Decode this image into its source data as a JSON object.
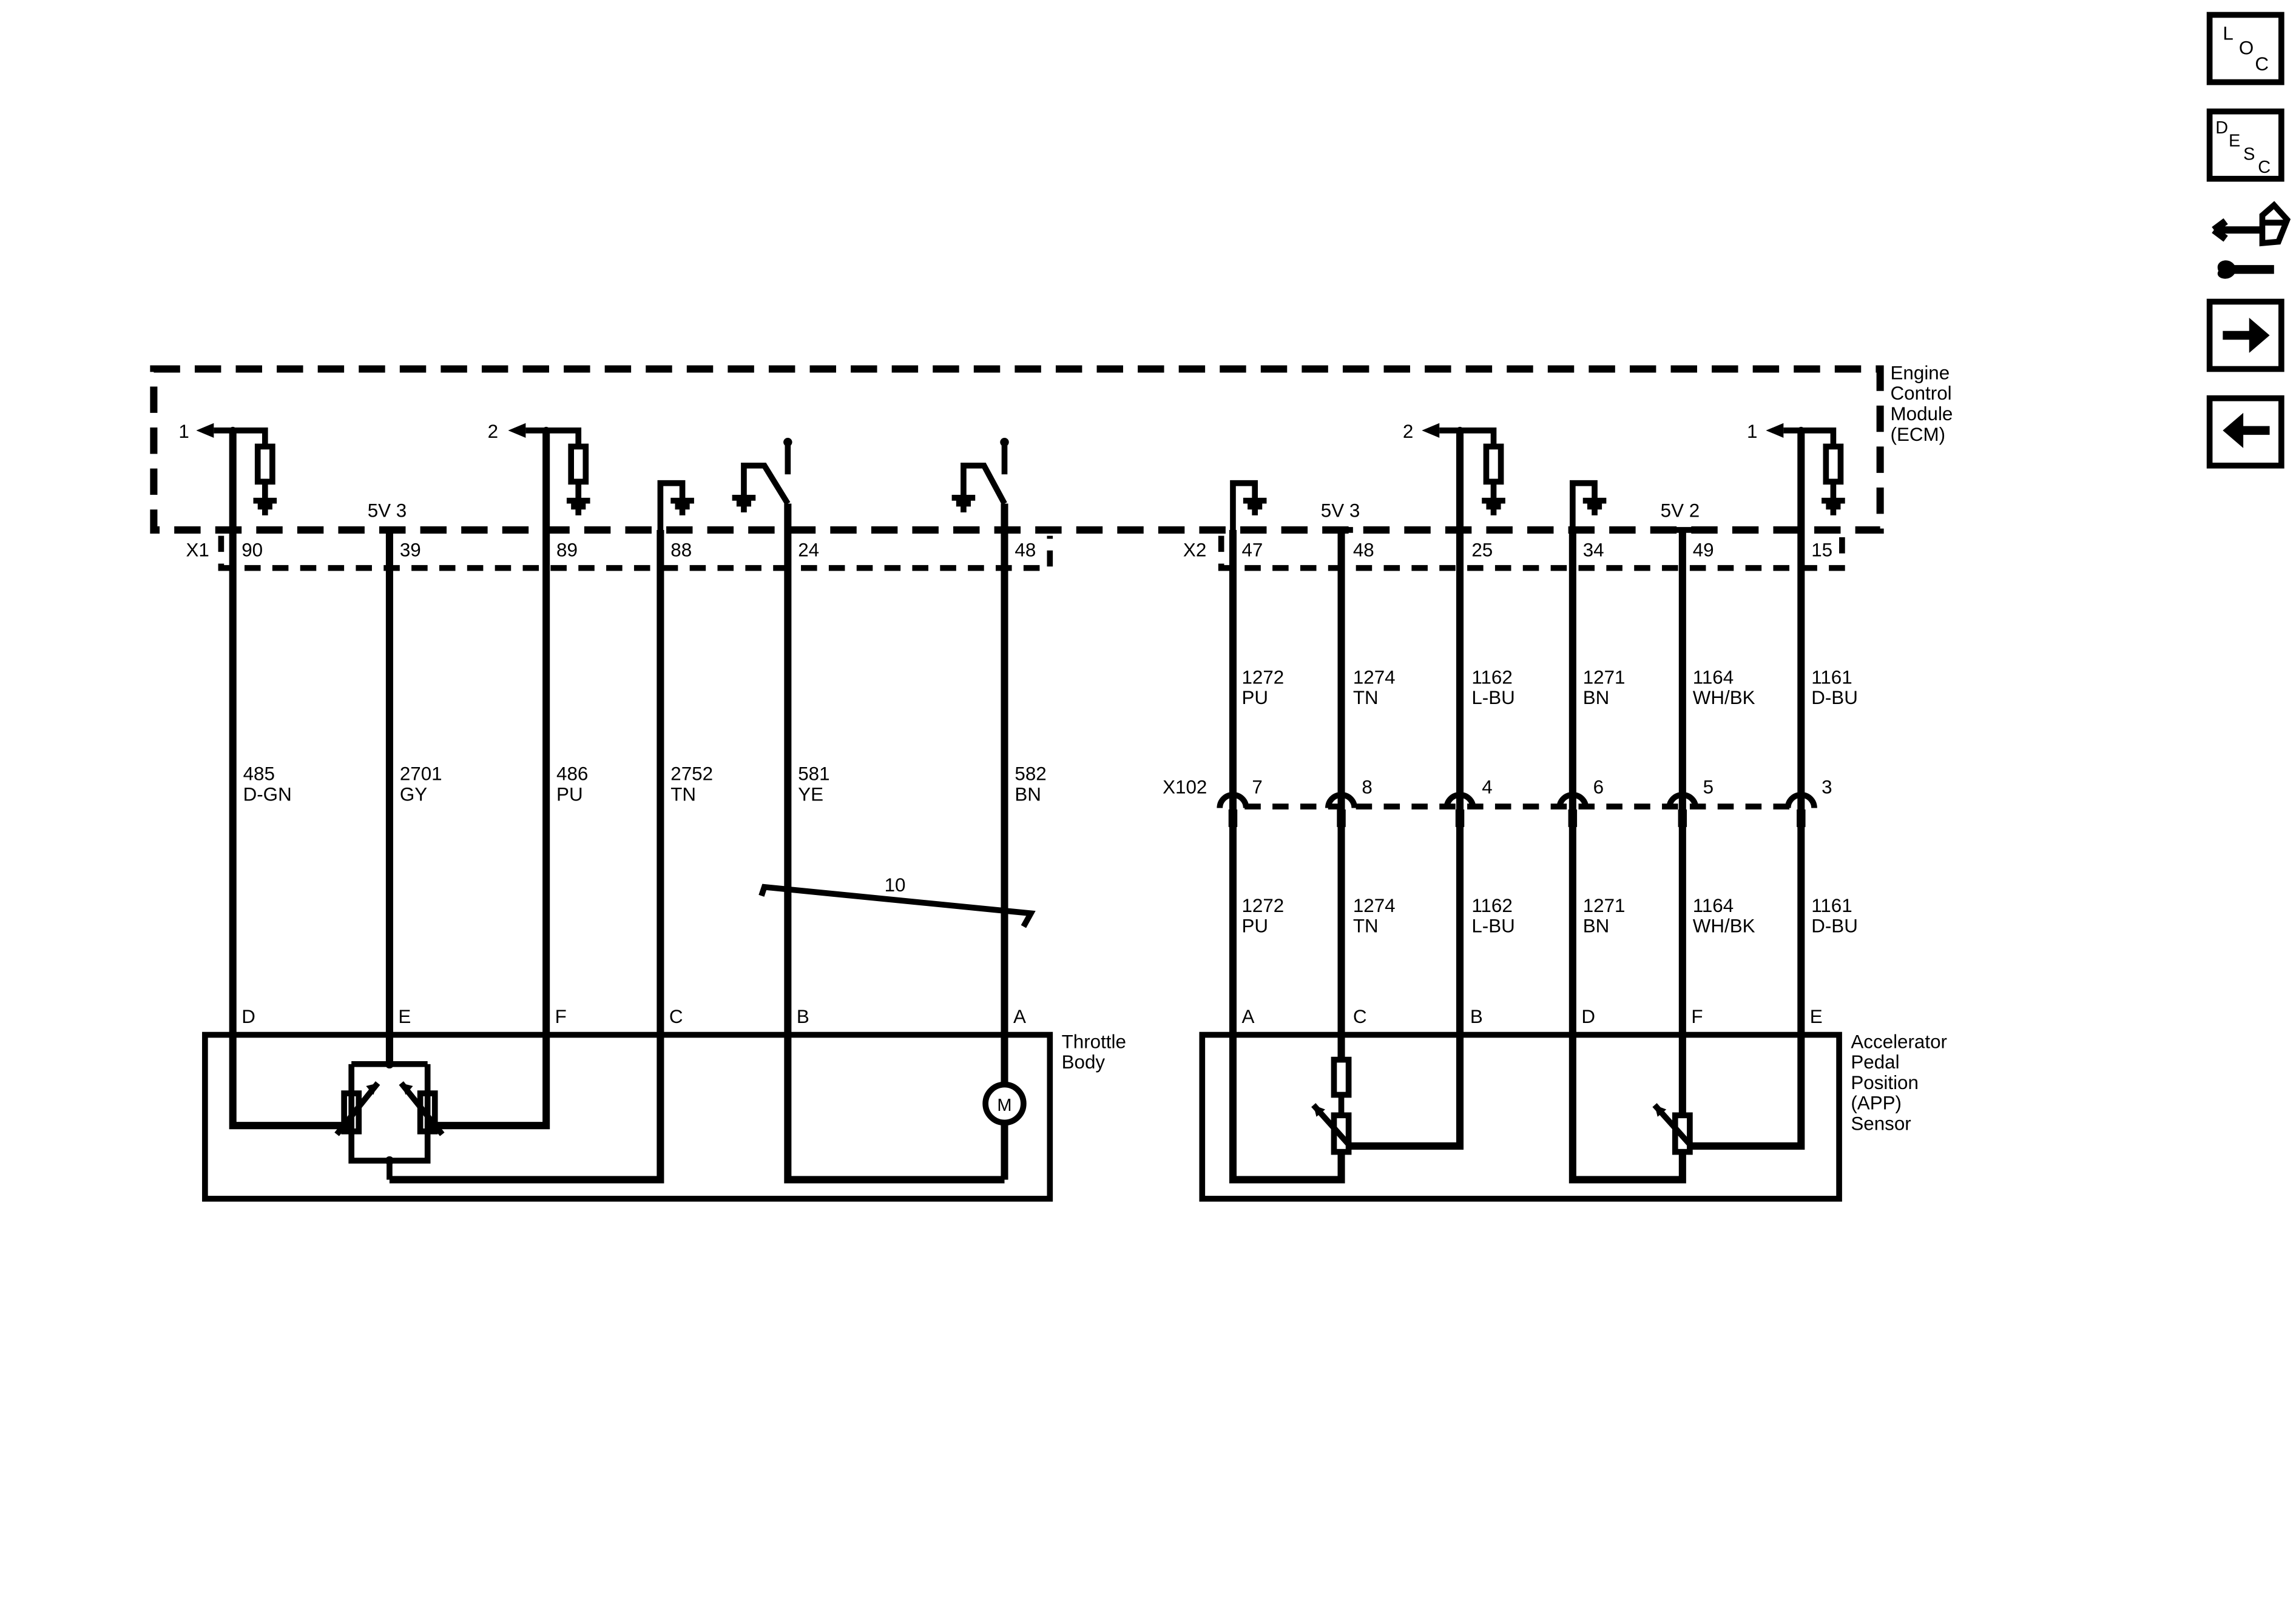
{
  "navigation": {
    "loc": {
      "letters": [
        "L",
        "O",
        "C"
      ]
    },
    "desc": {
      "letters": [
        "D",
        "E",
        "S",
        "C"
      ]
    },
    "service_icon": "connector-wrench-icon",
    "next_icon": "arrow-right-icon",
    "prev_icon": "arrow-left-icon"
  },
  "ecm": {
    "label_lines": [
      "Engine",
      "Control",
      "Module",
      "(ECM)"
    ],
    "x1_connector": "X1",
    "x2_connector": "X2",
    "ref_5v3_left": "5V 3",
    "ref_5v3_right": "5V 3",
    "ref_5v2": "5V 2",
    "refs": [
      "1",
      "2",
      "2",
      "1"
    ]
  },
  "circuits_left": [
    {
      "pin": "90",
      "wire": "485",
      "color": "D-GN",
      "terminal": "D"
    },
    {
      "pin": "39",
      "wire": "2701",
      "color": "GY",
      "terminal": "E"
    },
    {
      "pin": "89",
      "wire": "486",
      "color": "PU",
      "terminal": "F"
    },
    {
      "pin": "88",
      "wire": "2752",
      "color": "TN",
      "terminal": "C"
    },
    {
      "pin": "24",
      "wire": "581",
      "color": "YE",
      "terminal": "B"
    },
    {
      "pin": "48",
      "wire": "582",
      "color": "BN",
      "terminal": "A"
    }
  ],
  "twisted_pair_label": "10",
  "throttle_body": {
    "label_lines": [
      "Throttle",
      "Body"
    ],
    "motor": "M"
  },
  "x102": {
    "label": "X102"
  },
  "circuits_right": [
    {
      "pin": "47",
      "wire": "1272",
      "color": "PU",
      "x102_pin": "7",
      "terminal": "A"
    },
    {
      "pin": "48",
      "wire": "1274",
      "color": "TN",
      "x102_pin": "8",
      "terminal": "C"
    },
    {
      "pin": "25",
      "wire": "1162",
      "color": "L-BU",
      "x102_pin": "4",
      "terminal": "B"
    },
    {
      "pin": "34",
      "wire": "1271",
      "color": "BN",
      "x102_pin": "6",
      "terminal": "D"
    },
    {
      "pin": "49",
      "wire": "1164",
      "color": "WH/BK",
      "x102_pin": "5",
      "terminal": "F"
    },
    {
      "pin": "15",
      "wire": "1161",
      "color": "D-BU",
      "x102_pin": "3",
      "terminal": "E"
    }
  ],
  "app_sensor": {
    "label_lines": [
      "Accelerator",
      "Pedal",
      "Position",
      "(APP)",
      "Sensor"
    ]
  }
}
